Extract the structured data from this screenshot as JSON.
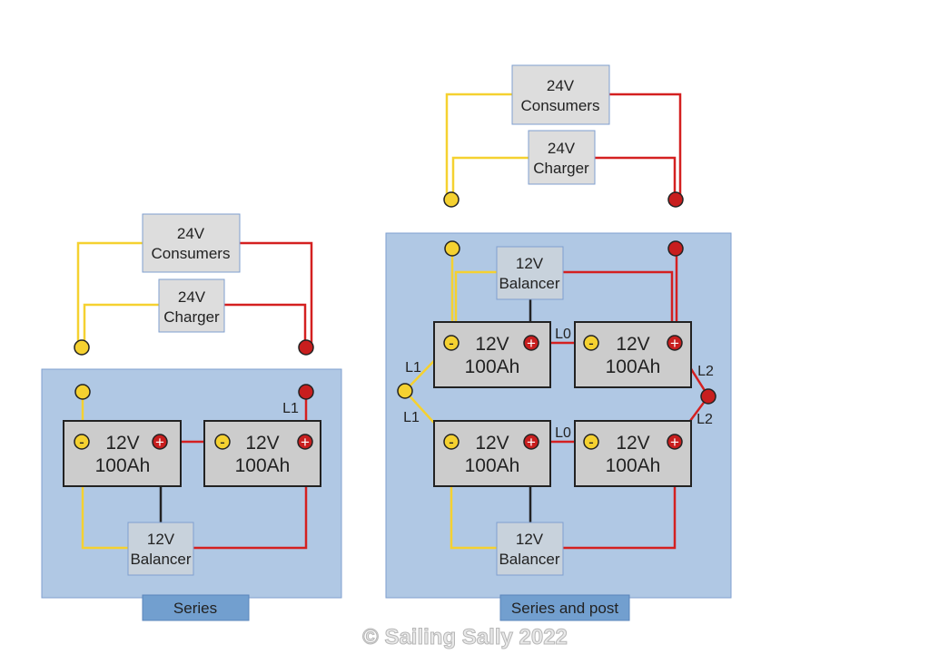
{
  "colors": {
    "panel": "#b0c8e4",
    "label": "#729fcf",
    "negative": "#f5d130",
    "positive": "#c81e1e",
    "wire_neutral": "#222222"
  },
  "left": {
    "caption": "Series",
    "consumers": [
      "24V",
      "Consumers"
    ],
    "charger": [
      "24V",
      "Charger"
    ],
    "battery": [
      "12V",
      "100Ah"
    ],
    "balancer": [
      "12V",
      "Balancer"
    ],
    "link_label": "L1",
    "neg_symbol": "-",
    "pos_symbol": "+"
  },
  "right": {
    "caption": "Series and post",
    "consumers": [
      "24V",
      "Consumers"
    ],
    "charger": [
      "24V",
      "Charger"
    ],
    "battery": [
      "12V",
      "100Ah"
    ],
    "balancer": [
      "12V",
      "Balancer"
    ],
    "l0": "L0",
    "l1": "L1",
    "l2": "L2"
  },
  "watermark": "© Sailing Sally 2022"
}
